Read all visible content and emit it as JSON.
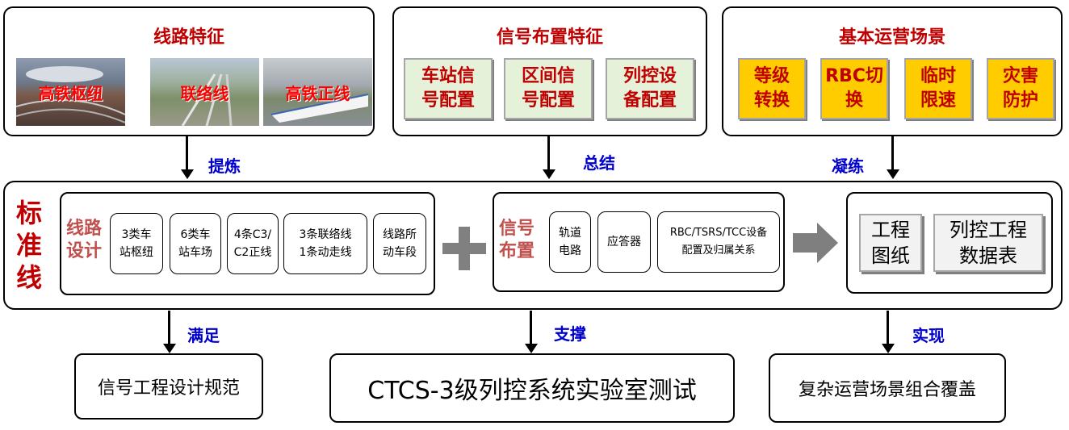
{
  "top": {
    "line_features": {
      "title": "线路特征",
      "photos": [
        {
          "label": "高铁枢纽"
        },
        {
          "label": "联络线"
        },
        {
          "label": "高铁正线"
        }
      ]
    },
    "signal_layout": {
      "title": "信号布置特征",
      "items": [
        "车站信号配置",
        "区间信号配置",
        "列控设备配置"
      ],
      "items_lines": [
        [
          "车站信",
          "号配置"
        ],
        [
          "区间信",
          "号配置"
        ],
        [
          "列控设",
          "备配置"
        ]
      ]
    },
    "scenarios": {
      "title": "基本运营场景",
      "items_lines": [
        [
          "等级",
          "转换"
        ],
        [
          "RBC切",
          "换"
        ],
        [
          "临时",
          "限速"
        ],
        [
          "灾害",
          "防护"
        ]
      ]
    }
  },
  "arrows_top": [
    "提炼",
    "总结",
    "凝练"
  ],
  "middle": {
    "label_lines": [
      "标",
      "准",
      "线"
    ],
    "route_design": {
      "label_lines": [
        "线路",
        "设计"
      ],
      "items_lines": [
        [
          "3类车",
          "站枢纽"
        ],
        [
          "6类车",
          "站车场"
        ],
        [
          "4条C3/",
          "C2正线"
        ],
        [
          "3条联络线",
          "1条动走线"
        ],
        [
          "线路所",
          "动车段"
        ]
      ]
    },
    "plus": "+",
    "signal_layout": {
      "label_lines": [
        "信号",
        "布置"
      ],
      "items_lines": [
        [
          "轨道",
          "电路"
        ],
        [
          "应答器"
        ],
        [
          "RBC/TSRS/TCC设备",
          "配置及归属关系"
        ]
      ]
    },
    "outputs_lines": [
      [
        "工程",
        "图纸"
      ],
      [
        "列控工程",
        "数据表"
      ]
    ]
  },
  "arrows_bottom": [
    "满足",
    "支撑",
    "实现"
  ],
  "bottom": [
    "信号工程设计规范",
    "CTCS-3级列控系统实验室测试",
    "复杂运营场景组合覆盖"
  ],
  "colors": {
    "title_red": "#c00000",
    "arrow_label_blue": "#0000cc",
    "green_fill": "#e6f1d9",
    "orange_fill": "#ffcc00",
    "muted_red": "#c0504d"
  }
}
